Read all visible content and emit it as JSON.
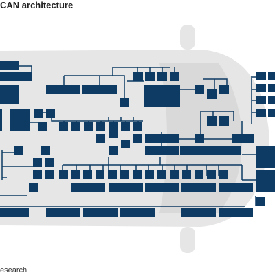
{
  "header": {
    "title": "CAN architecture"
  },
  "footer": {
    "source": "esearch"
  },
  "diagram": {
    "type": "vehicle network block diagram",
    "colors": {
      "ecu": "#0d3b63",
      "vehicle_body": "#e4e4e4",
      "vehicle_inner": "#d9d9d9",
      "background": "#ffffff"
    }
  }
}
